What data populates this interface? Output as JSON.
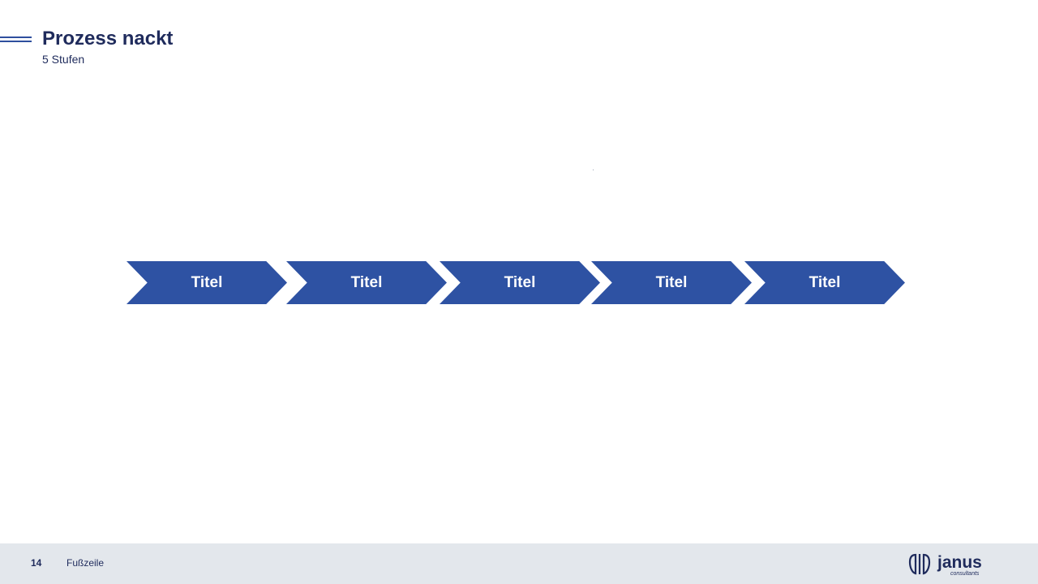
{
  "header": {
    "title": "Prozess nackt",
    "subtitle": "5 Stufen"
  },
  "process": {
    "accent_color": "#2e52a3",
    "steps": [
      {
        "label": "Titel"
      },
      {
        "label": "Titel"
      },
      {
        "label": "Titel"
      },
      {
        "label": "Titel"
      },
      {
        "label": "Titel"
      }
    ]
  },
  "footer": {
    "page_number": "14",
    "text": "Fußzeile",
    "logo_text": "janus",
    "logo_subtext": "consultants",
    "logo_color": "#1f2b5c"
  }
}
